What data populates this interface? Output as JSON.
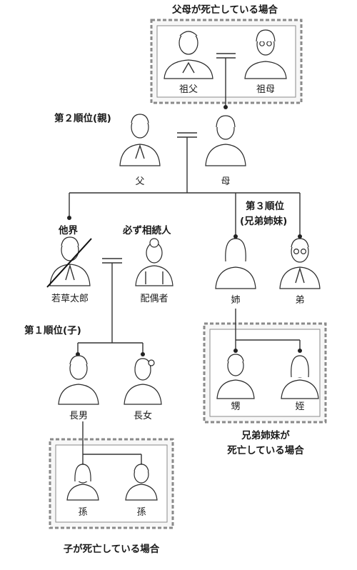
{
  "headers": {
    "grandparents_deceased": "父母が死亡している場合",
    "rank2": "第２順位(親)",
    "rank3_line1": "第３順位",
    "rank3_line2": "(兄弟姉妹)",
    "other_world": "他界",
    "always_heir": "必ず相続人",
    "rank1": "第１順位(子)",
    "siblings_deceased_line1": "兄弟姉妹が",
    "siblings_deceased_line2": "死亡している場合",
    "child_deceased": "子が死亡している場合"
  },
  "people": {
    "grandfather": "祖父",
    "grandmother": "祖母",
    "father": "父",
    "mother": "母",
    "deceased": "若草太郎",
    "spouse": "配偶者",
    "elder_sister": "姉",
    "younger_brother": "弟",
    "eldest_son": "長男",
    "eldest_daughter": "長女",
    "nephew": "甥",
    "niece": "姪",
    "grandchild1": "孫",
    "grandchild2": "孫"
  }
}
